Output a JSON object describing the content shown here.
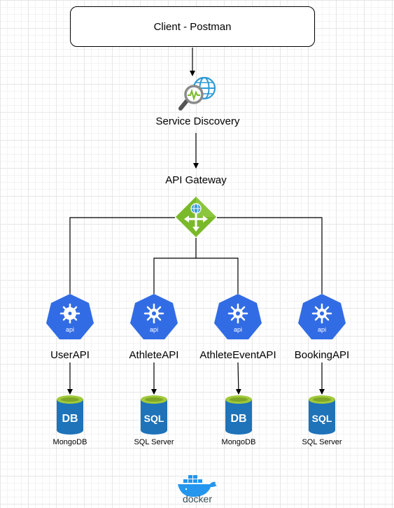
{
  "client": {
    "label": "Client - Postman"
  },
  "service_discovery": {
    "label": "Service Discovery",
    "icon": "service-discovery-icon"
  },
  "gateway": {
    "label": "API Gateway",
    "icon": "api-gateway-icon"
  },
  "services": [
    {
      "label": "UserAPI",
      "db_label": "MongoDB",
      "db_icon": "DB"
    },
    {
      "label": "AthleteAPI",
      "db_label": "SQL Server",
      "db_icon": "SQL"
    },
    {
      "label": "AthleteEventAPI",
      "db_label": "MongoDB",
      "db_icon": "DB"
    },
    {
      "label": "BookingAPI",
      "db_label": "SQL Server",
      "db_icon": "SQL"
    }
  ],
  "api_badge_text": "api",
  "docker": {
    "label": "docker"
  },
  "colors": {
    "kubernetes_blue": "#326ce5",
    "gateway_green": "#7ab929",
    "db_blue": "#1e73b9",
    "db_top": "#a1c93a",
    "docker_blue": "#2496ed"
  }
}
